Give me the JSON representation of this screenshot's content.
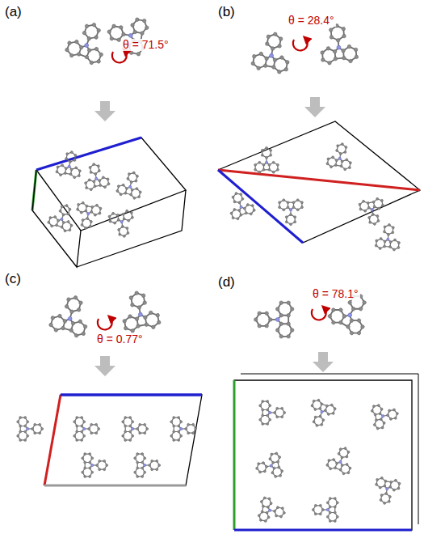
{
  "diagram": {
    "labels": [
      "(a)",
      "θ = 71.5°",
      "(b)",
      "θ = 28.4°",
      "(c)",
      "θ = 0.77°",
      "(d)",
      "θ = 78.1°"
    ]
  }
}
